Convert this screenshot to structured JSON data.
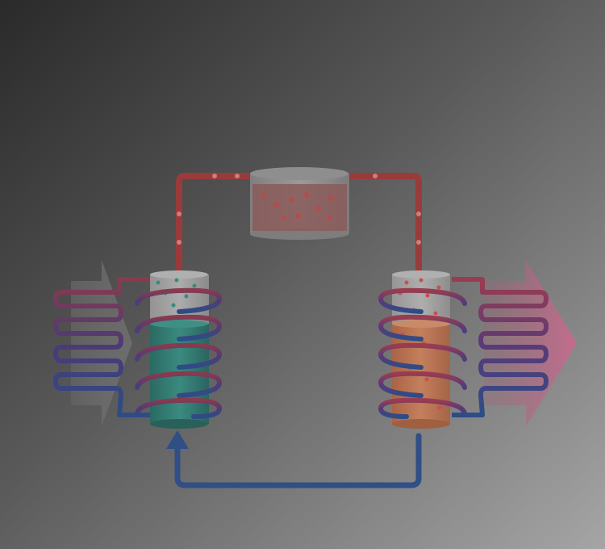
{
  "diagram": {
    "components": [
      "compressor-tank",
      "evaporator-cylinder",
      "condenser-cylinder",
      "expansion-return-pipe"
    ],
    "colors": {
      "background_dark": "#2c2c2c",
      "background_light": "#a3a3a3",
      "hot_pipe": "#9a3b3b",
      "cold_pipe": "#2f4f86",
      "coil_purple": "#5a3a78",
      "evaporator_liquid": "#2c6f66",
      "condenser_liquid": "#b56f4f",
      "compressor_liquid": "#9a5656",
      "inflow_arrow": "#5e5e5e",
      "outflow_arrow": "#c46a8a"
    }
  }
}
